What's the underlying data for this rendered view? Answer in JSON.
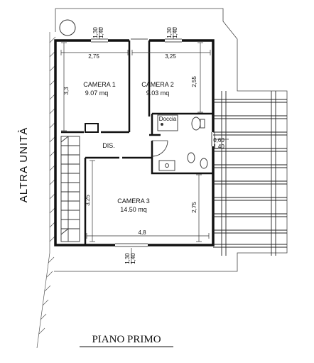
{
  "plan": {
    "title": "PIANO PRIMO",
    "neighbor_label": "ALTRA UNITÀ",
    "rooms": [
      {
        "key": "camera1",
        "name": "CAMERA 1",
        "area": "9.07 mq"
      },
      {
        "key": "camera2",
        "name": "CAMERA 2",
        "area": "9.03 mq"
      },
      {
        "key": "camera3",
        "name": "CAMERA 3",
        "area": "14.50 mq"
      },
      {
        "key": "doccia",
        "name": "Doccia"
      },
      {
        "key": "dis",
        "name": "DIS."
      }
    ],
    "dimensions": {
      "c1_width": "2,75",
      "c2_width": "3,25",
      "c1_height": "3,3",
      "c2_height": "2,55",
      "c3_width": "4,8",
      "c3_left_height": "3,25",
      "c3_right_height": "2,75",
      "win_top_left_a": "1,30",
      "win_top_left_b": "1,40",
      "win_top_right_a": "1,30",
      "win_top_right_b": "1,40",
      "win_bottom_a": "1,30",
      "win_bottom_b": "1,40",
      "win_right_a": "0,60",
      "win_right_b": "1,40"
    }
  }
}
